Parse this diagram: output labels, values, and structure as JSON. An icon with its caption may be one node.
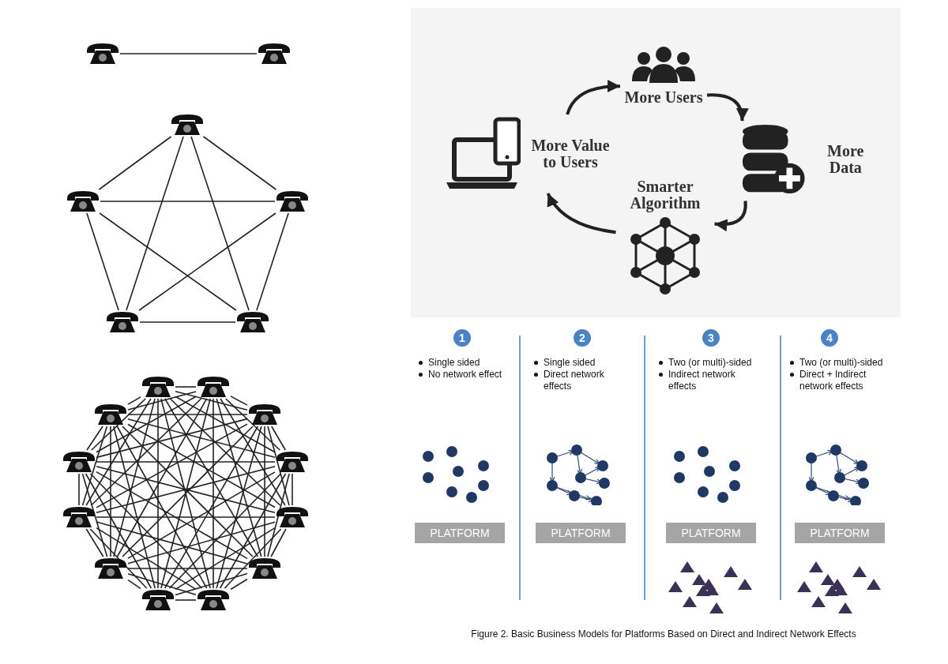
{
  "diagram": {
    "caption": "Figure 2. Basic Business Models for Platforms Based on Direct and Indirect Network Effects",
    "nodes": [
      {
        "text": [],
        "shape": "picture"
      },
      {
        "text": [],
        "shape": "picture"
      },
      {
        "text": [],
        "shape": "picture"
      },
      {
        "text": [],
        "shape": "picture"
      },
      {
        "text": [],
        "shape": "picture"
      },
      {
        "text": [],
        "shape": "picture"
      },
      {
        "text": [],
        "shape": "picture"
      },
      {
        "text": [],
        "shape": "picture"
      },
      {
        "text": [],
        "shape": "picture"
      },
      {
        "text": [],
        "shape": "picture"
      },
      {
        "text": [],
        "shape": "picture"
      },
      {
        "text": [],
        "shape": "picture"
      },
      {
        "text": [],
        "shape": "picture"
      },
      {
        "text": [],
        "shape": "picture"
      },
      {
        "text": [],
        "shape": "picture"
      },
      {
        "text": [],
        "shape": "picture"
      },
      {
        "text": [],
        "shape": "picture"
      },
      {
        "text": [],
        "shape": "picture"
      },
      {
        "text": [],
        "shape": "picture"
      },
      {
        "text": [
          "More Users"
        ]
      },
      {
        "text": [
          "More Value to Users"
        ]
      },
      {
        "text": [
          "More Data"
        ]
      },
      {
        "text": [
          "Smarter Algorithm"
        ]
      },
      {
        "text": [
          "1"
        ]
      },
      {
        "text": [
          "2"
        ]
      },
      {
        "text": [
          "3"
        ]
      },
      {
        "text": [
          "4"
        ]
      },
      {
        "text": [
          "PLATFORM"
        ]
      },
      {
        "text": [
          "PLATFORM"
        ]
      },
      {
        "text": [
          "PLATFORM"
        ]
      },
      {
        "text": [
          "PLATFORM"
        ]
      }
    ],
    "edges": [
      {
        "from": 0,
        "to": 1,
        "arrow": "none"
      },
      {
        "from": 2,
        "to": 3,
        "arrow": "none"
      },
      {
        "from": 2,
        "to": 4,
        "arrow": "none"
      },
      {
        "from": 2,
        "to": 5,
        "arrow": "none"
      },
      {
        "from": 2,
        "to": 6,
        "arrow": "none"
      },
      {
        "from": 3,
        "to": 4,
        "arrow": "none"
      },
      {
        "from": 3,
        "to": 5,
        "arrow": "none"
      },
      {
        "from": 3,
        "to": 6,
        "arrow": "none"
      },
      {
        "from": 4,
        "to": 5,
        "arrow": "none"
      },
      {
        "from": 4,
        "to": 6,
        "arrow": "none"
      },
      {
        "from": 5,
        "to": 6,
        "arrow": "none"
      },
      {
        "from": 7,
        "to": 8,
        "arrow": "none"
      },
      {
        "from": 7,
        "to": 9,
        "arrow": "none"
      },
      {
        "from": 7,
        "to": 10,
        "arrow": "none"
      },
      {
        "from": 7,
        "to": 11,
        "arrow": "none"
      },
      {
        "from": 7,
        "to": 12,
        "arrow": "none"
      },
      {
        "from": 7,
        "to": 13,
        "arrow": "none"
      },
      {
        "from": 7,
        "to": 14,
        "arrow": "none"
      },
      {
        "from": 7,
        "to": 15,
        "arrow": "none"
      },
      {
        "from": 7,
        "to": 16,
        "arrow": "none"
      },
      {
        "from": 7,
        "to": 17,
        "arrow": "none"
      },
      {
        "from": 7,
        "to": 18,
        "arrow": "none"
      },
      {
        "from": 8,
        "to": 9,
        "arrow": "none"
      },
      {
        "from": 8,
        "to": 10,
        "arrow": "none"
      },
      {
        "from": 8,
        "to": 11,
        "arrow": "none"
      },
      {
        "from": 8,
        "to": 12,
        "arrow": "none"
      },
      {
        "from": 8,
        "to": 13,
        "arrow": "none"
      },
      {
        "from": 8,
        "to": 14,
        "arrow": "none"
      },
      {
        "from": 8,
        "to": 15,
        "arrow": "none"
      },
      {
        "from": 8,
        "to": 16,
        "arrow": "none"
      },
      {
        "from": 8,
        "to": 17,
        "arrow": "none"
      },
      {
        "from": 8,
        "to": 18,
        "arrow": "none"
      },
      {
        "from": 9,
        "to": 10,
        "arrow": "none"
      },
      {
        "from": 9,
        "to": 11,
        "arrow": "none"
      },
      {
        "from": 9,
        "to": 12,
        "arrow": "none"
      },
      {
        "from": 9,
        "to": 13,
        "arrow": "none"
      },
      {
        "from": 9,
        "to": 14,
        "arrow": "none"
      },
      {
        "from": 9,
        "to": 15,
        "arrow": "none"
      },
      {
        "from": 9,
        "to": 16,
        "arrow": "none"
      },
      {
        "from": 9,
        "to": 17,
        "arrow": "none"
      },
      {
        "from": 9,
        "to": 18,
        "arrow": "none"
      },
      {
        "from": 10,
        "to": 11,
        "arrow": "none"
      },
      {
        "from": 10,
        "to": 12,
        "arrow": "none"
      },
      {
        "from": 10,
        "to": 13,
        "arrow": "none"
      },
      {
        "from": 10,
        "to": 14,
        "arrow": "none"
      },
      {
        "from": 10,
        "to": 15,
        "arrow": "none"
      },
      {
        "from": 10,
        "to": 16,
        "arrow": "none"
      },
      {
        "from": 10,
        "to": 17,
        "arrow": "none"
      },
      {
        "from": 10,
        "to": 18,
        "arrow": "none"
      },
      {
        "from": 11,
        "to": 12,
        "arrow": "none"
      },
      {
        "from": 11,
        "to": 13,
        "arrow": "none"
      },
      {
        "from": 11,
        "to": 14,
        "arrow": "none"
      },
      {
        "from": 11,
        "to": 15,
        "arrow": "none"
      },
      {
        "from": 11,
        "to": 16,
        "arrow": "none"
      },
      {
        "from": 11,
        "to": 17,
        "arrow": "none"
      },
      {
        "from": 11,
        "to": 18,
        "arrow": "none"
      },
      {
        "from": 12,
        "to": 13,
        "arrow": "none"
      },
      {
        "from": 12,
        "to": 14,
        "arrow": "none"
      },
      {
        "from": 12,
        "to": 15,
        "arrow": "none"
      },
      {
        "from": 12,
        "to": 16,
        "arrow": "none"
      },
      {
        "from": 12,
        "to": 17,
        "arrow": "none"
      },
      {
        "from": 12,
        "to": 18,
        "arrow": "none"
      },
      {
        "from": 13,
        "to": 14,
        "arrow": "none"
      },
      {
        "from": 13,
        "to": 15,
        "arrow": "none"
      },
      {
        "from": 13,
        "to": 16,
        "arrow": "none"
      },
      {
        "from": 13,
        "to": 17,
        "arrow": "none"
      },
      {
        "from": 13,
        "to": 18,
        "arrow": "none"
      },
      {
        "from": 14,
        "to": 15,
        "arrow": "none"
      },
      {
        "from": 14,
        "to": 16,
        "arrow": "none"
      },
      {
        "from": 14,
        "to": 17,
        "arrow": "none"
      },
      {
        "from": 14,
        "to": 18,
        "arrow": "none"
      },
      {
        "from": 15,
        "to": 16,
        "arrow": "none"
      },
      {
        "from": 15,
        "to": 17,
        "arrow": "none"
      },
      {
        "from": 15,
        "to": 18,
        "arrow": "none"
      },
      {
        "from": 16,
        "to": 17,
        "arrow": "none"
      },
      {
        "from": 16,
        "to": 18,
        "arrow": "none"
      },
      {
        "from": 17,
        "to": 18,
        "arrow": "none"
      },
      {
        "from": 20,
        "to": 19,
        "arrow": "to",
        "style": "thick"
      },
      {
        "from": 19,
        "to": 21,
        "arrow": "to",
        "style": "thick"
      },
      {
        "from": 21,
        "to": 22,
        "arrow": "to",
        "style": "thick"
      },
      {
        "from": 22,
        "to": 20,
        "arrow": "to",
        "style": "thick"
      }
    ],
    "labels": [
      "Single sided",
      "No network effect",
      "Single sided",
      "Direct network effects",
      "Two (or multi)-sided",
      "Indirect network effects",
      "Two (or multi)-sided",
      "Direct + Indirect network effects"
    ]
  }
}
